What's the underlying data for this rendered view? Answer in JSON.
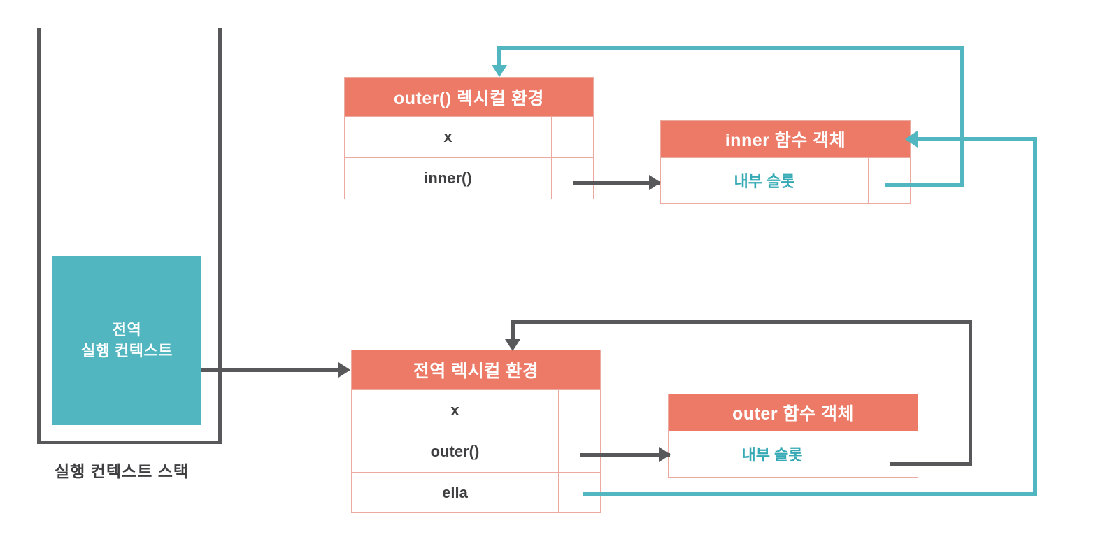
{
  "diagram": {
    "title": "JavaScript closure / lexical environment diagram",
    "colors": {
      "salmon": "#ec7a66",
      "salmon_border": "#eba9a0",
      "teal": "#51b6c0",
      "teal_text": "#35a9b4",
      "gray": "#58585a",
      "text_dark": "#3f3f41",
      "white": "#ffffff"
    }
  },
  "call_stack": {
    "label": "실행 컨텍스트 스택",
    "frames": [
      {
        "line1": "전역",
        "line2": "실행 컨텍스트"
      }
    ]
  },
  "outer_lexical_environment": {
    "header": "outer() 렉시컬 환경",
    "rows": [
      {
        "name": "x",
        "value": ""
      },
      {
        "name": "inner()",
        "value": ""
      }
    ]
  },
  "inner_function_object": {
    "header": "inner 함수 객체",
    "rows": [
      {
        "name": "내부 슬롯",
        "value": ""
      }
    ]
  },
  "global_lexical_environment": {
    "header": "전역 렉시컬 환경",
    "rows": [
      {
        "name": "x",
        "value": ""
      },
      {
        "name": "outer()",
        "value": ""
      },
      {
        "name": "ella",
        "value": ""
      }
    ]
  },
  "outer_function_object": {
    "header": "outer 함수 객체",
    "rows": [
      {
        "name": "내부 슬롯",
        "value": ""
      }
    ]
  },
  "connectors": [
    {
      "name": "global-ec-to-global-lexenv",
      "color": "#58585a",
      "kind": "arrow-right"
    },
    {
      "name": "outer-entry-to-outer-function-object",
      "color": "#58585a",
      "kind": "arrow-right"
    },
    {
      "name": "inner-entry-to-inner-function-object",
      "color": "#58585a",
      "kind": "arrow-right"
    },
    {
      "name": "outer-function-object-slot-to-global-lexenv",
      "color": "#58585a",
      "kind": "elbow-arrow-down"
    },
    {
      "name": "inner-function-object-slot-to-outer-lexenv",
      "color": "#51b6c0",
      "kind": "elbow-arrow-down"
    },
    {
      "name": "ella-value-to-inner-function-object",
      "color": "#51b6c0",
      "kind": "elbow-arrow-left"
    }
  ]
}
